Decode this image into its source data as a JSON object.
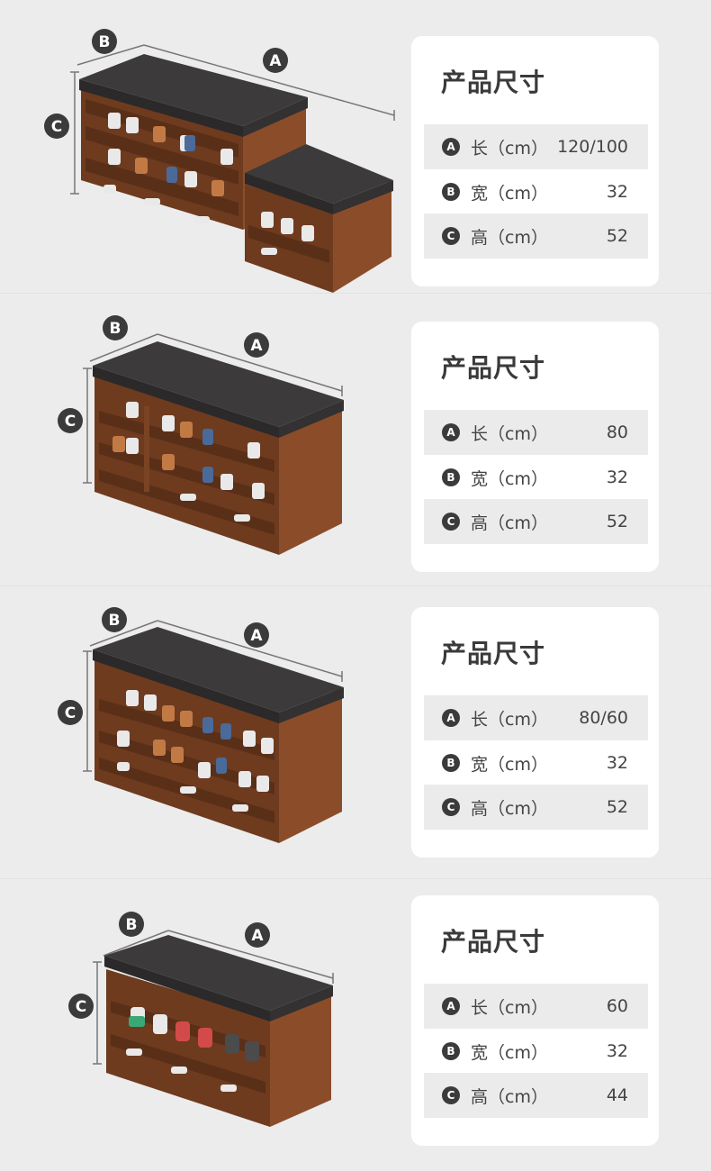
{
  "sections": [
    {
      "title": "产品尺寸",
      "rows": [
        {
          "badge": "A",
          "label": "长（cm）",
          "value": "120/100"
        },
        {
          "badge": "B",
          "label": "宽（cm）",
          "value": "32"
        },
        {
          "badge": "C",
          "label": "高（cm）",
          "value": "52"
        }
      ]
    },
    {
      "title": "产品尺寸",
      "rows": [
        {
          "badge": "A",
          "label": "长（cm）",
          "value": "80"
        },
        {
          "badge": "B",
          "label": "宽（cm）",
          "value": "32"
        },
        {
          "badge": "C",
          "label": "高（cm）",
          "value": "52"
        }
      ]
    },
    {
      "title": "产品尺寸",
      "rows": [
        {
          "badge": "A",
          "label": "长（cm）",
          "value": "80/60"
        },
        {
          "badge": "B",
          "label": "宽（cm）",
          "value": "32"
        },
        {
          "badge": "C",
          "label": "高（cm）",
          "value": "52"
        }
      ]
    },
    {
      "title": "产品尺寸",
      "rows": [
        {
          "badge": "A",
          "label": "长（cm）",
          "value": "60"
        },
        {
          "badge": "B",
          "label": "宽（cm）",
          "value": "32"
        },
        {
          "badge": "C",
          "label": "高（cm）",
          "value": "44"
        }
      ]
    }
  ],
  "dimension_markers": [
    "A",
    "B",
    "C"
  ],
  "colors": {
    "background": "#ececec",
    "card": "#ffffff",
    "row_shade": "#ebebeb",
    "badge": "#3b3b3b",
    "wood": "#7a4424",
    "cushion": "#3c3a3a"
  }
}
